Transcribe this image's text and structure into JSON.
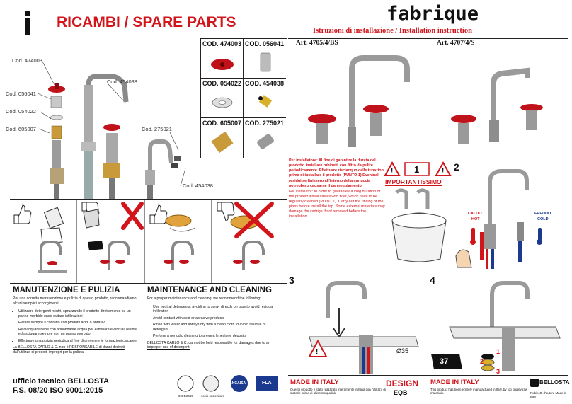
{
  "left": {
    "header_title": "RICAMBI / SPARE PARTS",
    "callouts": [
      "Cod. 474003",
      "Cod. 056041",
      "Cod. 054022",
      "Cod. 605007",
      "Cod. 454038",
      "Cod. 275021",
      "Cod. 454038"
    ],
    "codes": [
      "COD. 474003",
      "COD. 056041",
      "COD. 054022",
      "COD. 454038",
      "COD. 605007",
      "COD. 275021"
    ],
    "it_title": "MANUTENZIONE E PULIZIA",
    "it_intro": "Per una corretta manutenzione e pulizia di questo prodotto, raccomandiamo alcuni semplici accorgimenti:",
    "it_items": [
      "Utilizzare detergenti neutri, spruzzando il prodotto direttamente su un panno morbido onde evitare infiltrazioni",
      "Evitare sempre il contatto con prodotti acidi o abrasivi",
      "Risciacquare bene con abbondante acqua per eliminare eventuali residui ed asciugare sempre con un panno morbido",
      "Effettuare una pulizia periodica al fine di prevenire le formazioni calcaree"
    ],
    "it_disclaimer": "La BELLOSTA CARLO & C. non è RESPONSABILE di danni derivati dall'utilizzo di prodotti impropri per la pulizia.",
    "en_title": "MAINTENANCE AND CLEANING",
    "en_intro": "For a proper maintenance and cleaning, we recommend the following:",
    "en_items": [
      "Use neutral detergents, avoiding to spray directly on taps to avoid residual infiltration",
      "Avoid contact with acid or abrasive products",
      "Rinse with water and always dry with a clean cloth to avoid residue of detergent",
      "Perform a periodic cleaning to prevent limestone deposits"
    ],
    "en_disclaimer": "BELLOSTA CARLO & C. cannot be held responsible for damages due to an improper use of detergent.",
    "footer_office": "ufficio tecnico BELLOSTA",
    "footer_fs": "F.S. 08/20 ISO 9001:2015",
    "badges": [
      "9001:2015",
      "socio sostenitore",
      "ANGAISA",
      "FLA"
    ]
  },
  "right": {
    "brand": "fabrique",
    "subtitle": "Istruzioni di installazione / Installation instruction",
    "art1": "Art. 4705/4/BS",
    "art2": "Art. 4707/4/S",
    "install_it": "Per installatore: Al fine di garantire la durata del prodotto installare rubinetti con filtro da pulire periodicamente. Effettuare risciacquo delle tubazioni prima di installare il prodotto (PUNTO 1) Eventuali residui se finissero all'interno della cartuccia potrebbero causarne il danneggiamento",
    "install_en": "For installator: In order to guarantee a long duration of the product install valves with filter, which have to be regularly cleaned (POINT 1). Carry out the rinsing of the pipes before install the tap. Some external materials may damage the cadrige if not removed before the installation.",
    "step1": "1",
    "importantissimo": "IMPORTANTISSIMO",
    "step2": "2",
    "caldo": "CALDO",
    "hot": "HOT",
    "freddo": "FREDDO",
    "cold": "COLD",
    "step3": "3",
    "step4": "4",
    "dia": "Ø35",
    "wrench": "37",
    "nums": [
      "1",
      "2",
      "3"
    ],
    "made_it_1": "MADE IN ITALY",
    "made_it_text": "Questo prodotto è stato realizzato interamente in Italia con l'utilizzo di materie prime di altissima qualità",
    "design": "DESIGN",
    "design_sub": "EQB",
    "made_it_2": "MADE IN ITALY",
    "made_en_text": "This product has been entirely manufactured in Italy, by top quality raw materials.",
    "bellosta": "BELLOSTA",
    "bellosta_sub": "Rubinetti d'autore Made in Italy"
  },
  "colors": {
    "accent": "#d2141b",
    "blue": "#1b3a8f"
  }
}
